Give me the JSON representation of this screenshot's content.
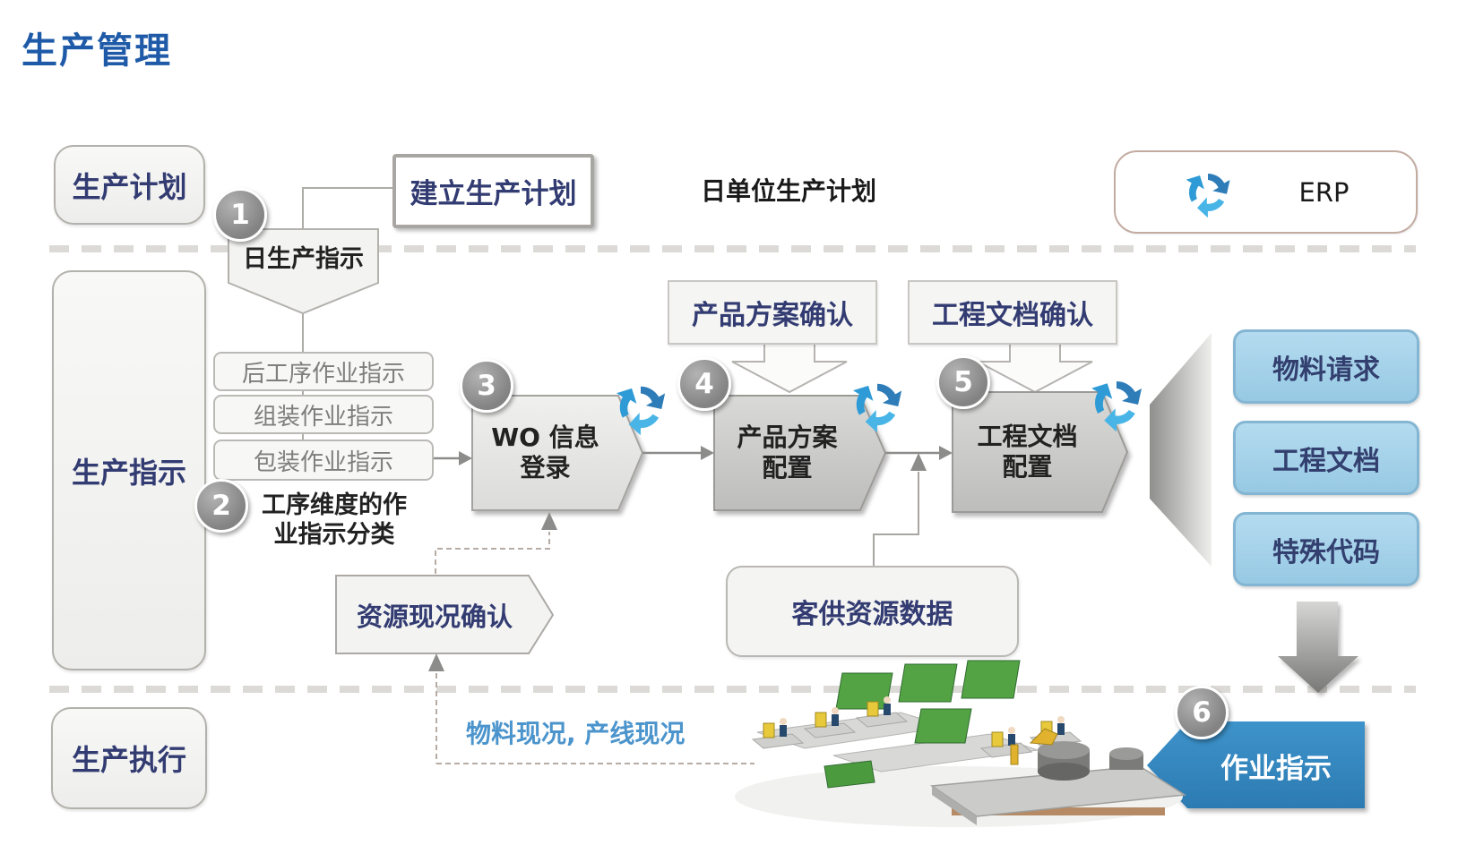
{
  "title": "生产管理",
  "lanes": [
    {
      "label": "生产计划"
    },
    {
      "label": "生产指示"
    },
    {
      "label": "生产执行"
    }
  ],
  "top": {
    "create_plan": "建立生产计划",
    "daily_unit_plan": "日单位生产计划",
    "erp_label": "ERP"
  },
  "steps": [
    "1",
    "2",
    "3",
    "4",
    "5",
    "6"
  ],
  "flow": {
    "daily_instruction": "日生产指示",
    "instruction_types": [
      "后工序作业指示",
      "组装作业指示",
      "包装作业指示"
    ],
    "step2_caption": "工序维度的作\n业指示分类",
    "wo_label": "WO 信息\n登录",
    "product_label": "产品方案\n配置",
    "engineering_label": "工程文档\n配置",
    "product_confirm": "产品方案确认",
    "engineering_confirm": "工程文档确认",
    "resource_confirm": "资源现况确认",
    "customer_resource": "客供资源数据",
    "status_text": "物料现况, 产线现况",
    "work_instruction": "作业指示",
    "outputs": [
      "物料请求",
      "工程文档",
      "特殊代码"
    ]
  },
  "icons": {
    "recycle": "recycle-icon",
    "factory": "factory-illustration"
  },
  "colors": {
    "title_blue": "#1E5AA8",
    "navy_text": "#333C72",
    "process_blue": "#2F86BE",
    "light_blue_fill": "#A7D4EA",
    "recycle_dark_blue": "#2E7CB8",
    "recycle_light_blue": "#49B5E7",
    "badge_grey": "#8a8a8a",
    "box_grey": "#c9c9c7"
  }
}
